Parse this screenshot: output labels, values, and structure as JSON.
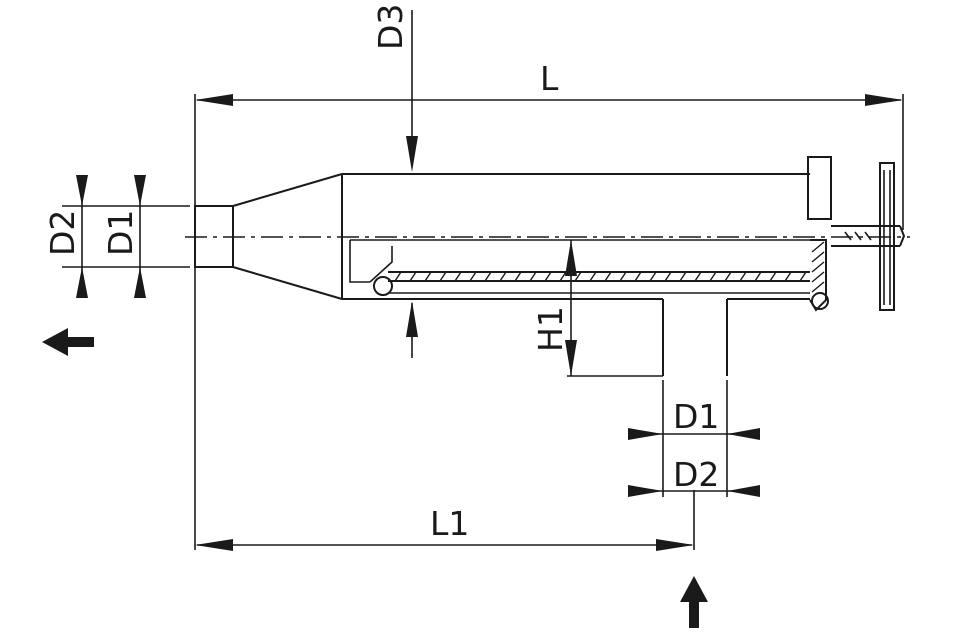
{
  "labels": {
    "L": "L",
    "L1": "L1",
    "D3": "D3",
    "H1": "H1",
    "left_D2": "D2",
    "left_D1": "D1",
    "bottom_D1": "D1",
    "bottom_D2": "D2"
  }
}
